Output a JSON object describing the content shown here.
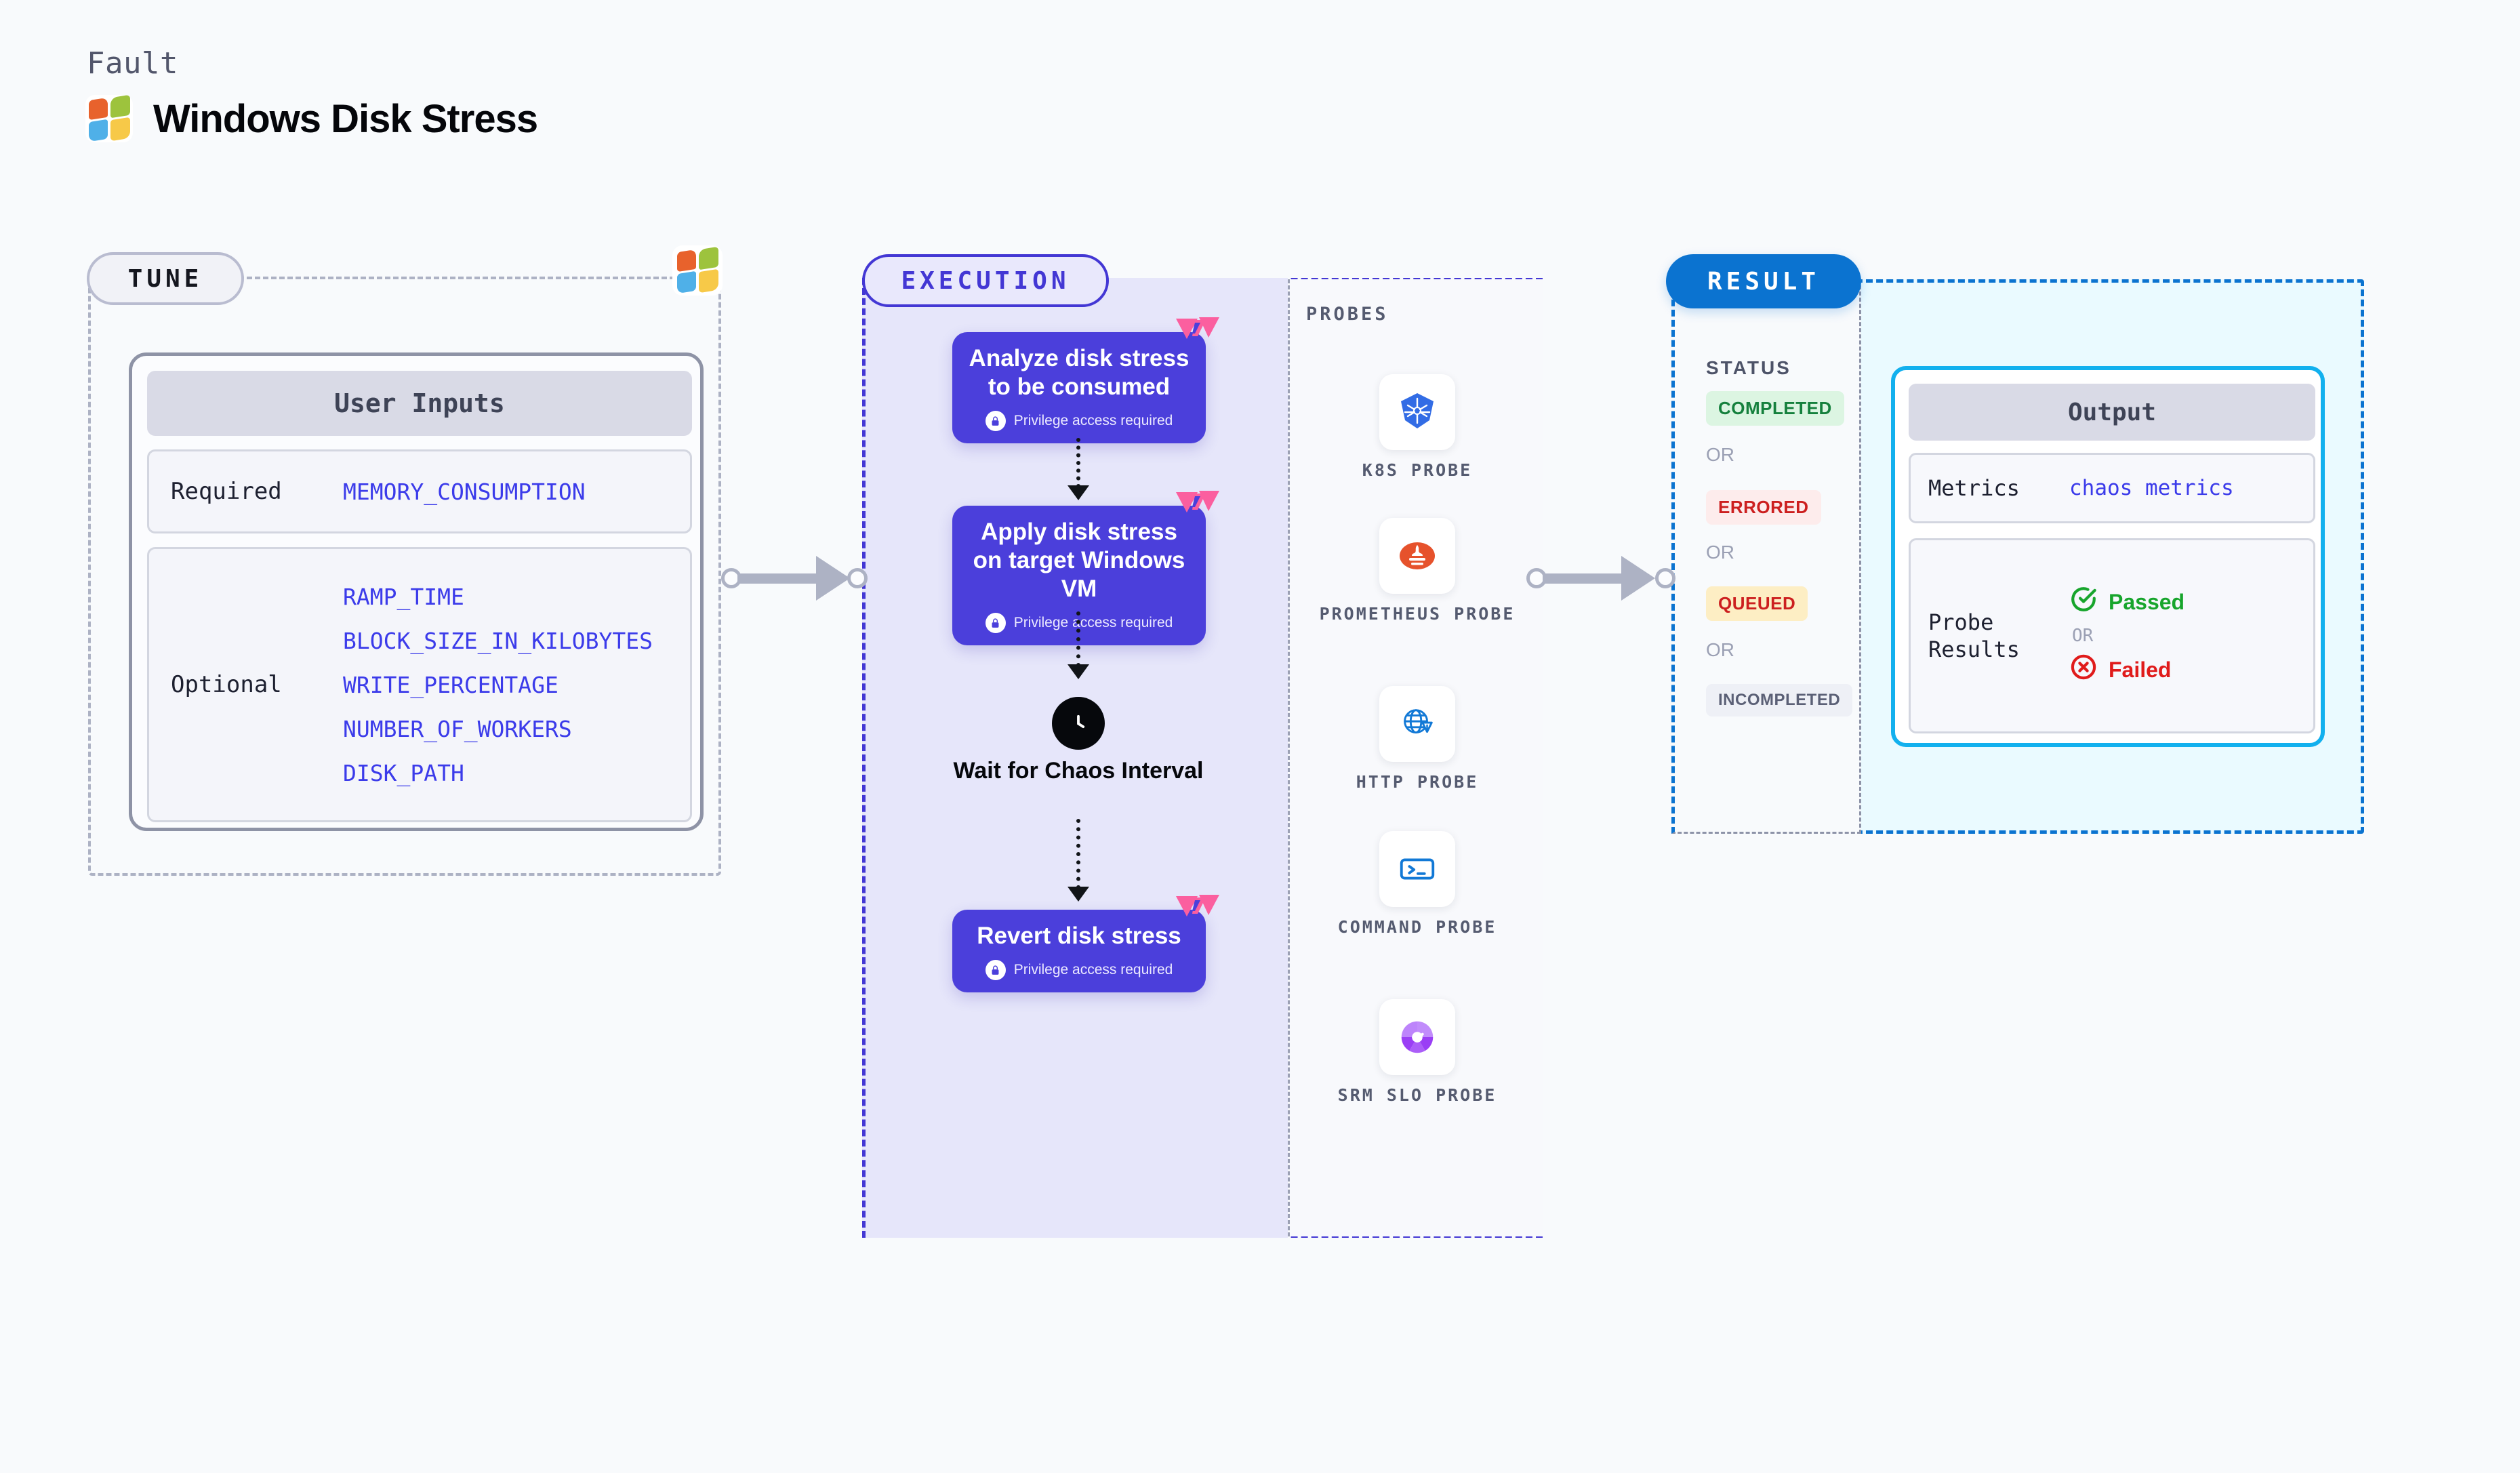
{
  "header": {
    "kicker": "Fault",
    "title": "Windows Disk Stress",
    "logo_icon": "windows-logo-icon"
  },
  "tune": {
    "pill_label": "TUNE",
    "card_title": "User Inputs",
    "rows": [
      {
        "label": "Required",
        "values": [
          "MEMORY_CONSUMPTION"
        ]
      },
      {
        "label": "Optional",
        "values": [
          "RAMP_TIME",
          "BLOCK_SIZE_IN_KILOBYTES",
          "WRITE_PERCENTAGE",
          "NUMBER_OF_WORKERS",
          "DISK_PATH"
        ]
      }
    ]
  },
  "execution": {
    "pill_label": "EXECUTION",
    "privilege_note": "Privilege access required",
    "steps": [
      {
        "title": "Analyze disk stress to be consumed",
        "privileged": true
      },
      {
        "title": "Apply disk stress on target Windows VM",
        "privileged": true
      },
      {
        "title": "Revert disk stress",
        "privileged": true
      }
    ],
    "wait": {
      "label": "Wait for Chaos Interval",
      "icon": "clock-icon"
    },
    "probes": {
      "title": "PROBES",
      "items": [
        {
          "name": "K8S PROBE",
          "icon": "kubernetes-icon"
        },
        {
          "name": "PROMETHEUS PROBE",
          "icon": "prometheus-icon"
        },
        {
          "name": "HTTP PROBE",
          "icon": "http-globe-icon"
        },
        {
          "name": "COMMAND PROBE",
          "icon": "terminal-icon"
        },
        {
          "name": "SRM SLO PROBE",
          "icon": "srm-slo-icon"
        }
      ]
    }
  },
  "result": {
    "pill_label": "RESULT",
    "status_title": "STATUS",
    "or_label": "OR",
    "statuses": [
      {
        "label": "COMPLETED",
        "text_color": "#15803d",
        "bg_color": "#dcf5e2"
      },
      {
        "label": "ERRORED",
        "text_color": "#cc1f1f",
        "bg_color": "#fdecec"
      },
      {
        "label": "QUEUED",
        "text_color": "#cc1f1f",
        "bg_color": "#fdeec4"
      },
      {
        "label": "INCOMPLETED",
        "text_color": "#5b6076",
        "bg_color": "#eef0f6"
      }
    ],
    "output": {
      "title": "Output",
      "metrics_label": "Metrics",
      "metrics_value": "chaos metrics",
      "probe_results_label": "Probe Results",
      "passed_label": "Passed",
      "failed_label": "Failed",
      "or_label": "OR",
      "passed_color": "#17a52c",
      "failed_color": "#e01b1b"
    }
  },
  "colors": {
    "page_bg": "#f8fafc",
    "execution_bg": "#e6e6fa",
    "execution_accent": "#4337d4",
    "result_accent": "#0b73d0",
    "output_border": "#12b0ee",
    "step_bg": "#4b3fdb",
    "ribbon": "#fb5f9f"
  }
}
